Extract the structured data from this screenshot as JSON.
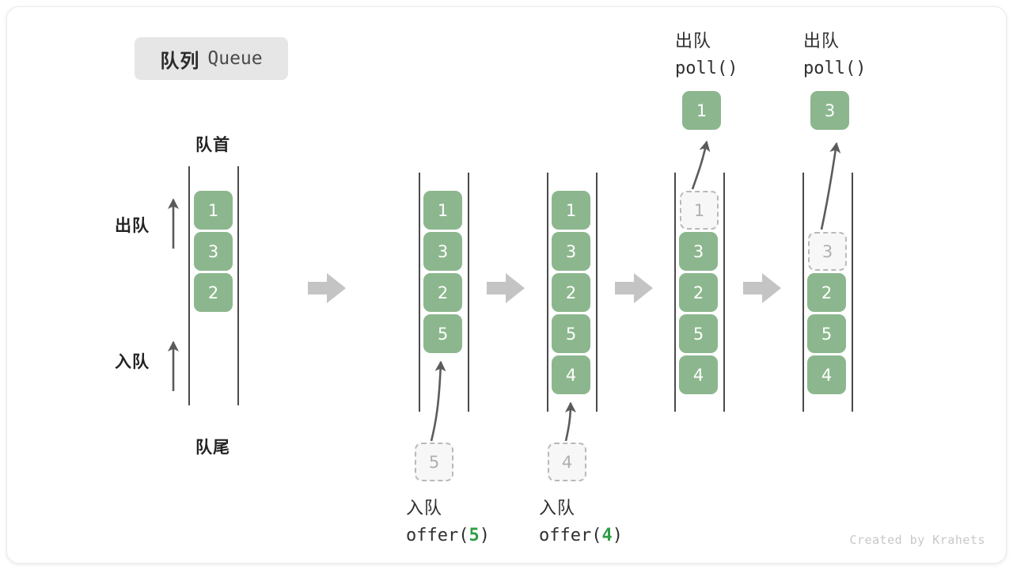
{
  "title": {
    "cn": "队列",
    "en": "Queue"
  },
  "annotations": {
    "head": "队首",
    "tail": "队尾",
    "dequeue": "出队",
    "enqueue": "入队"
  },
  "watermark": "Created by Krahets",
  "colors": {
    "cell_fill": "#8cb78e",
    "cell_text": "#ffffff",
    "ghost_fill": "#f7f7f7",
    "ghost_border": "#b9b9b9",
    "ghost_text": "#b0b0b0",
    "rail": "#4a4a4a",
    "flow_arrow": "#c4c4c4",
    "badge_bg": "#e6e6e6",
    "code_accent": "#2f9e44",
    "text": "#2f2f2f"
  },
  "columns": [
    {
      "id": "initial",
      "cells": [
        "1",
        "3",
        "2"
      ],
      "ghost_index": null,
      "top_label": null,
      "bottom_label": null,
      "popped": null
    },
    {
      "id": "offer-5",
      "cells": [
        "1",
        "3",
        "2",
        "5"
      ],
      "ghost_index": null,
      "top_label": null,
      "bottom_label": {
        "cn": "入队",
        "fn": "offer(",
        "arg": "5",
        "fn_end": ")"
      },
      "incoming": "5",
      "popped": null
    },
    {
      "id": "offer-4",
      "cells": [
        "1",
        "3",
        "2",
        "5",
        "4"
      ],
      "ghost_index": null,
      "top_label": null,
      "bottom_label": {
        "cn": "入队",
        "fn": "offer(",
        "arg": "4",
        "fn_end": ")"
      },
      "incoming": "4",
      "popped": null
    },
    {
      "id": "poll-1",
      "cells": [
        "1",
        "3",
        "2",
        "5",
        "4"
      ],
      "ghost_index": 0,
      "top_label": {
        "cn": "出队",
        "fn": "poll()"
      },
      "bottom_label": null,
      "popped": "1"
    },
    {
      "id": "poll-3",
      "cells": [
        "3",
        "2",
        "5",
        "4"
      ],
      "ghost_index": 0,
      "top_label": {
        "cn": "出队",
        "fn": "poll()"
      },
      "bottom_label": null,
      "popped": "3"
    }
  ]
}
